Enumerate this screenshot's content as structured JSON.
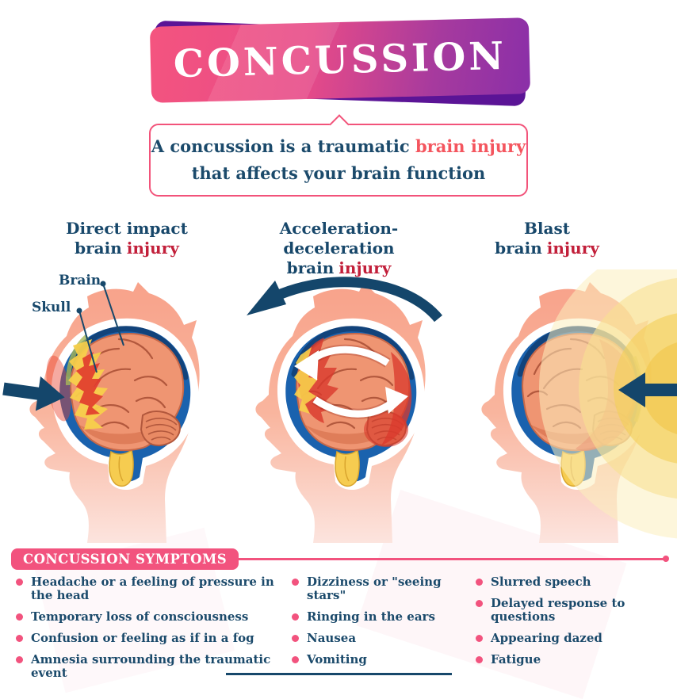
{
  "title": "CONCUSSION",
  "definition": {
    "line1_prefix": "A concussion is a traumatic",
    "line1_highlight": "brain injury",
    "line2": "that affects your brain function"
  },
  "injury_types": [
    {
      "name": "Direct impact",
      "sub_dark": "brain",
      "sub_red": "injury"
    },
    {
      "name": "Acceleration-deceleration",
      "sub_dark": "brain",
      "sub_red": "injury"
    },
    {
      "name": "Blast",
      "sub_dark": "brain",
      "sub_red": "injury"
    }
  ],
  "anatomy": {
    "brain_label": "Brain",
    "skull_label": "Skull"
  },
  "symptoms": {
    "heading": "CONCUSSION SYMPTOMS",
    "columns": [
      [
        "Headache or a feeling of pressure in the head",
        "Temporary loss of consciousness",
        "Confusion or feeling as if in a fog",
        "Amnesia surrounding the traumatic event"
      ],
      [
        "Dizziness or \"seeing stars\"",
        "Ringing in the ears",
        "Nausea",
        "Vomiting"
      ],
      [
        "Slurred speech",
        "Delayed response to questions",
        "Appearing dazed",
        "Fatigue"
      ]
    ]
  },
  "colors": {
    "accent_pink": "#f2537e",
    "navy_text": "#1b4a6b",
    "crimson_injury": "#c21f3a",
    "coral_highlight": "#f4555e",
    "banner_gradient_start": "#f4547f",
    "banner_gradient_end": "#8a2fa8",
    "banner_shadow_purple": "#5b1496",
    "arrow_navy": "#14466b",
    "skull_blue": "#1a62ae",
    "brain_orange": "#ef9572",
    "blast_yellow": "#f0c243",
    "skin_peach": "#f8a28a"
  }
}
